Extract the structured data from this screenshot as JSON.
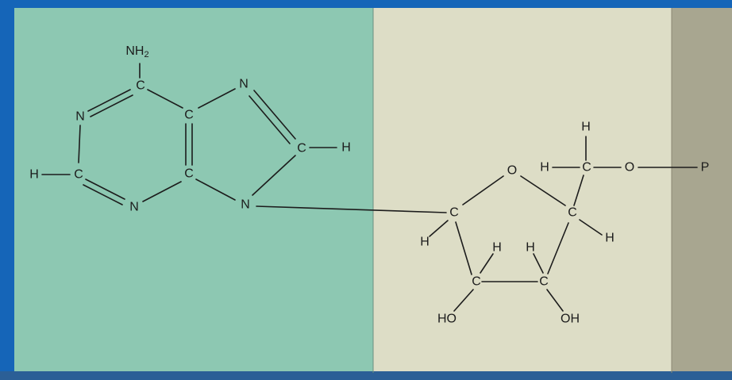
{
  "colors": {
    "background_frame": "#1565b8",
    "base_panel": "#8dc8b2",
    "sugar_panel": "#ddddc6",
    "phosphate_panel": "#a8a690",
    "bottom_strip": "#2b5f96",
    "ink": "#1c1c1c"
  },
  "atoms": {
    "nh2_n": "NH",
    "nh2_sub": "2",
    "c6": "C",
    "n1": "N",
    "c2": "C",
    "h2": "H",
    "n3": "N",
    "c4": "C",
    "c5": "C",
    "n7": "N",
    "c8": "C",
    "h8": "H",
    "n9": "N",
    "o4p": "O",
    "c1p": "C",
    "h1p": "H",
    "c2p": "C",
    "h2p": "H",
    "oh2p": "HO",
    "c3p": "C",
    "h3p": "H",
    "oh3p": "OH",
    "c4p": "C",
    "h4p": "H",
    "c5p": "C",
    "h5p_top": "H",
    "h5p_left": "H",
    "o5p": "O",
    "p": "P"
  }
}
